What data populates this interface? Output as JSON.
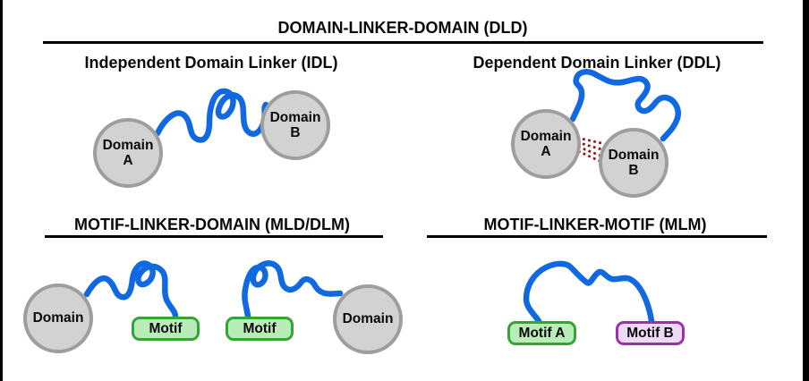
{
  "header": {
    "title": "DOMAIN-LINKER-DOMAIN (DLD)"
  },
  "panels": {
    "idl": {
      "title": "Independent Domain Linker (IDL)",
      "domain_a": "Domain\nA",
      "domain_b": "Domain\nB"
    },
    "ddl": {
      "title": "Dependent Domain Linker (DDL)",
      "domain_a": "Domain\nA",
      "domain_b": "Domain\nB",
      "interaction": "domain-domain-contact-dashes"
    },
    "mld": {
      "title": "MOTIF-LINKER-DOMAIN (MLD/DLM)",
      "domain_left": "Domain",
      "motif_1": "Motif",
      "motif_2": "Motif",
      "domain_right": "Domain"
    },
    "mlm": {
      "title": "MOTIF-LINKER-MOTIF (MLM)",
      "motif_a": "Motif A",
      "motif_b": "Motif B"
    }
  },
  "colors": {
    "linker-blue": "#1169e2",
    "domain-fill": "#d2d2d2",
    "domain-stroke": "#9e9e9e",
    "motif-green-fill": "#b8edb8",
    "motif-green-stroke": "#36a336",
    "motif-purple-fill": "#eed9f6",
    "motif-purple-stroke": "#9932a8",
    "contact-red": "#8e1717"
  }
}
